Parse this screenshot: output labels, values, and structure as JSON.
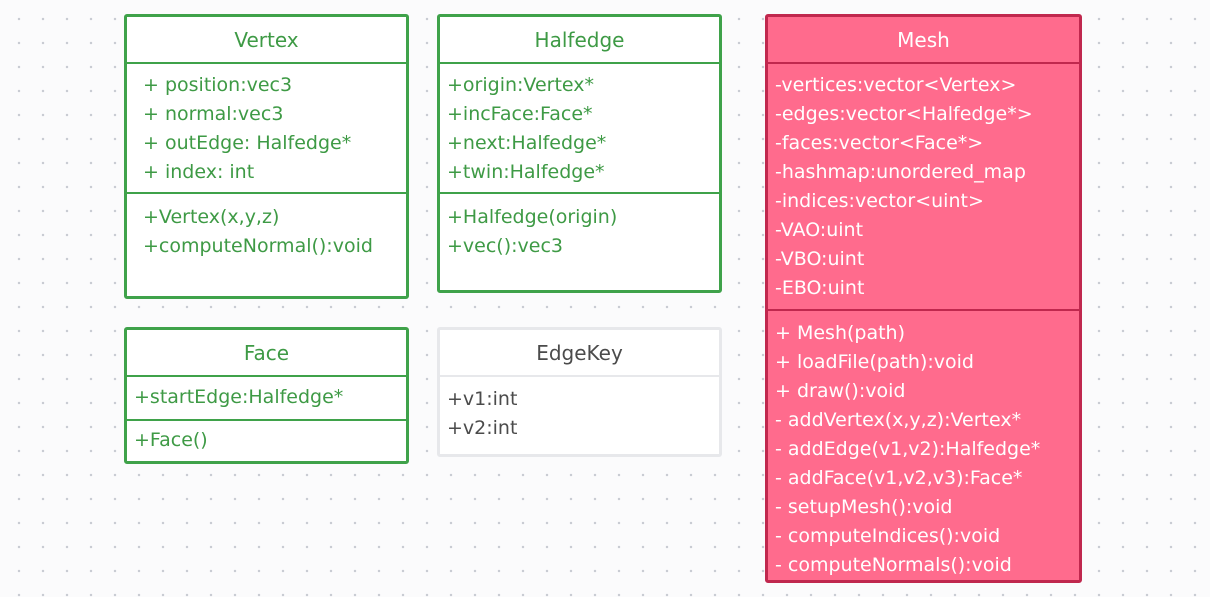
{
  "classes": {
    "vertex": {
      "name": "Vertex",
      "attributes": [
        "+ position:vec3",
        "+ normal:vec3",
        "+ outEdge: Halfedge*",
        "+ index: int"
      ],
      "operations": [
        "+Vertex(x,y,z)",
        "+computeNormal():void"
      ]
    },
    "halfedge": {
      "name": "Halfedge",
      "attributes": [
        "+origin:Vertex*",
        "+incFace:Face*",
        "+next:Halfedge*",
        "+twin:Halfedge*"
      ],
      "operations": [
        "+Halfedge(origin)",
        "+vec():vec3"
      ]
    },
    "face": {
      "name": "Face",
      "attributes": [
        "+startEdge:Halfedge*"
      ],
      "operations": [
        "+Face()"
      ]
    },
    "edgekey": {
      "name": "EdgeKey",
      "attributes": [
        "+v1:int",
        "+v2:int"
      ],
      "operations": []
    },
    "mesh": {
      "name": "Mesh",
      "attributes": [
        "-vertices:vector<Vertex>",
        "-edges:vector<Halfedge*>",
        "-faces:vector<Face*>",
        "-hashmap:unordered_map",
        "-indices:vector<uint>",
        "-VAO:uint",
        "-VBO:uint",
        "-EBO:uint"
      ],
      "operations": [
        "+ Mesh(path)",
        "+ loadFile(path):void",
        "+ draw():void",
        "- addVertex(x,y,z):Vertex*",
        "- addEdge(v1,v2):Halfedge*",
        "- addFace(v1,v2,v3):Face*",
        "- setupMesh():void",
        "- computeIndices():void",
        "- computeNormals():void"
      ]
    }
  },
  "colors": {
    "green_border": "#3fa24a",
    "green_text": "#3e9a45",
    "mesh_fill": "#ff6b8d",
    "mesh_border": "#c0284e",
    "edgekey_border": "#e7e8eb",
    "canvas_bg": "#fbfbfc"
  }
}
